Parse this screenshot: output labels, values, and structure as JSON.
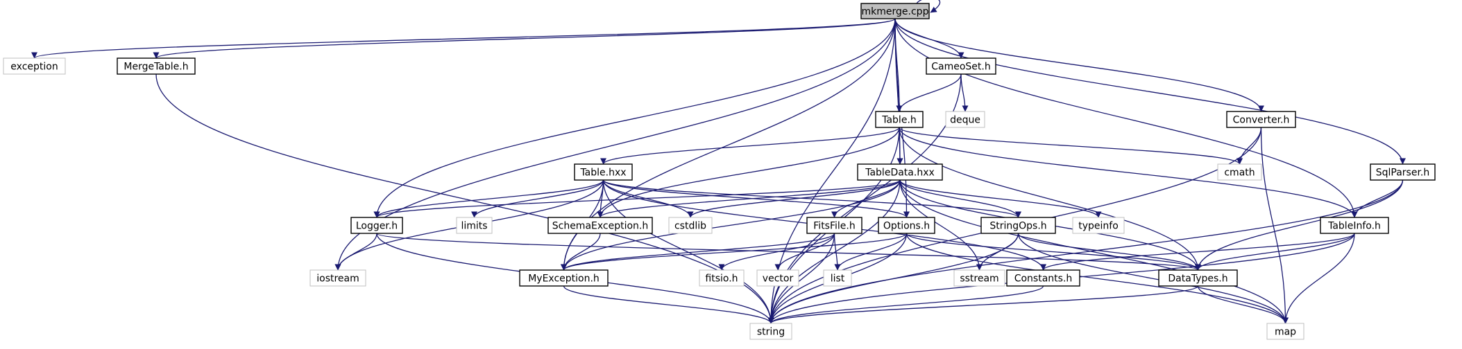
{
  "graph": {
    "nodes": [
      {
        "id": "mkmerge",
        "label": "mkmerge.cpp",
        "kind": "focus"
      },
      {
        "id": "exception",
        "label": "exception",
        "kind": "external"
      },
      {
        "id": "mergetable",
        "label": "MergeTable.h",
        "kind": "local"
      },
      {
        "id": "cameoset",
        "label": "CameoSet.h",
        "kind": "local"
      },
      {
        "id": "deque",
        "label": "deque",
        "kind": "external"
      },
      {
        "id": "table_h",
        "label": "Table.h",
        "kind": "local"
      },
      {
        "id": "converter",
        "label": "Converter.h",
        "kind": "local"
      },
      {
        "id": "cmath",
        "label": "cmath",
        "kind": "external"
      },
      {
        "id": "sqlparser",
        "label": "SqlParser.h",
        "kind": "local"
      },
      {
        "id": "table_hxx",
        "label": "Table.hxx",
        "kind": "local"
      },
      {
        "id": "tabledata",
        "label": "TableData.hxx",
        "kind": "local"
      },
      {
        "id": "logger",
        "label": "Logger.h",
        "kind": "local"
      },
      {
        "id": "limits",
        "label": "limits",
        "kind": "external"
      },
      {
        "id": "schemaexc",
        "label": "SchemaException.h",
        "kind": "local"
      },
      {
        "id": "cstdlib",
        "label": "cstdlib",
        "kind": "external"
      },
      {
        "id": "fitsfile",
        "label": "FitsFile.h",
        "kind": "local"
      },
      {
        "id": "options",
        "label": "Options.h",
        "kind": "local"
      },
      {
        "id": "stringops",
        "label": "StringOps.h",
        "kind": "local"
      },
      {
        "id": "typeinfo",
        "label": "typeinfo",
        "kind": "external"
      },
      {
        "id": "tableinfo",
        "label": "TableInfo.h",
        "kind": "local"
      },
      {
        "id": "iostream",
        "label": "iostream",
        "kind": "external"
      },
      {
        "id": "myexc",
        "label": "MyException.h",
        "kind": "local"
      },
      {
        "id": "fitsio",
        "label": "fitsio.h",
        "kind": "external"
      },
      {
        "id": "vector",
        "label": "vector",
        "kind": "external"
      },
      {
        "id": "list",
        "label": "list",
        "kind": "external"
      },
      {
        "id": "sstream",
        "label": "sstream",
        "kind": "external"
      },
      {
        "id": "constants",
        "label": "Constants.h",
        "kind": "local"
      },
      {
        "id": "datatypes",
        "label": "DataTypes.h",
        "kind": "local"
      },
      {
        "id": "string",
        "label": "string",
        "kind": "external"
      },
      {
        "id": "map",
        "label": "map",
        "kind": "external"
      }
    ],
    "edges": [
      [
        "mkmerge",
        "mkmerge"
      ],
      [
        "mkmerge",
        "exception"
      ],
      [
        "mkmerge",
        "mergetable"
      ],
      [
        "mkmerge",
        "string"
      ],
      [
        "mkmerge",
        "iostream"
      ],
      [
        "mkmerge",
        "myexc"
      ],
      [
        "mkmerge",
        "logger"
      ],
      [
        "mkmerge",
        "table_h"
      ],
      [
        "mkmerge",
        "cameoset"
      ],
      [
        "mkmerge",
        "tabledata"
      ],
      [
        "mkmerge",
        "options"
      ],
      [
        "mkmerge",
        "converter"
      ],
      [
        "mkmerge",
        "tableinfo"
      ],
      [
        "mkmerge",
        "sqlparser"
      ],
      [
        "mergetable",
        "string"
      ],
      [
        "cameoset",
        "table_h"
      ],
      [
        "cameoset",
        "deque"
      ],
      [
        "cameoset",
        "string"
      ],
      [
        "table_h",
        "table_hxx"
      ],
      [
        "table_h",
        "tabledata"
      ],
      [
        "table_h",
        "string"
      ],
      [
        "table_h",
        "schemaexc"
      ],
      [
        "table_h",
        "cmath"
      ],
      [
        "table_h",
        "datatypes"
      ],
      [
        "table_h",
        "tableinfo"
      ],
      [
        "converter",
        "cmath"
      ],
      [
        "converter",
        "string"
      ],
      [
        "converter",
        "map"
      ],
      [
        "sqlparser",
        "tableinfo"
      ],
      [
        "sqlparser",
        "datatypes"
      ],
      [
        "sqlparser",
        "string"
      ],
      [
        "table_hxx",
        "logger"
      ],
      [
        "table_hxx",
        "iostream"
      ],
      [
        "table_hxx",
        "limits"
      ],
      [
        "table_hxx",
        "schemaexc"
      ],
      [
        "table_hxx",
        "cstdlib"
      ],
      [
        "table_hxx",
        "myexc"
      ],
      [
        "table_hxx",
        "string"
      ],
      [
        "table_hxx",
        "options"
      ],
      [
        "table_hxx",
        "stringops"
      ],
      [
        "table_hxx",
        "constants"
      ],
      [
        "tabledata",
        "logger"
      ],
      [
        "tabledata",
        "schemaexc"
      ],
      [
        "tabledata",
        "cstdlib"
      ],
      [
        "tabledata",
        "fitsfile"
      ],
      [
        "tabledata",
        "stringops"
      ],
      [
        "tabledata",
        "typeinfo"
      ],
      [
        "tabledata",
        "sstream"
      ],
      [
        "tabledata",
        "datatypes"
      ],
      [
        "tabledata",
        "myexc"
      ],
      [
        "tabledata",
        "string"
      ],
      [
        "tabledata",
        "map"
      ],
      [
        "logger",
        "iostream"
      ],
      [
        "logger",
        "string"
      ],
      [
        "logger",
        "datatypes"
      ],
      [
        "schemaexc",
        "myexc"
      ],
      [
        "fitsfile",
        "myexc"
      ],
      [
        "fitsfile",
        "fitsio"
      ],
      [
        "fitsfile",
        "vector"
      ],
      [
        "fitsfile",
        "list"
      ],
      [
        "fitsfile",
        "string"
      ],
      [
        "options",
        "myexc"
      ],
      [
        "options",
        "list"
      ],
      [
        "options",
        "string"
      ],
      [
        "options",
        "datatypes"
      ],
      [
        "options",
        "map"
      ],
      [
        "stringops",
        "sstream"
      ],
      [
        "stringops",
        "datatypes"
      ],
      [
        "stringops",
        "string"
      ],
      [
        "stringops",
        "map"
      ],
      [
        "tableinfo",
        "constants"
      ],
      [
        "tableinfo",
        "datatypes"
      ],
      [
        "tableinfo",
        "string"
      ],
      [
        "tableinfo",
        "map"
      ],
      [
        "myexc",
        "string"
      ],
      [
        "constants",
        "string"
      ],
      [
        "datatypes",
        "string"
      ],
      [
        "datatypes",
        "map"
      ]
    ]
  }
}
